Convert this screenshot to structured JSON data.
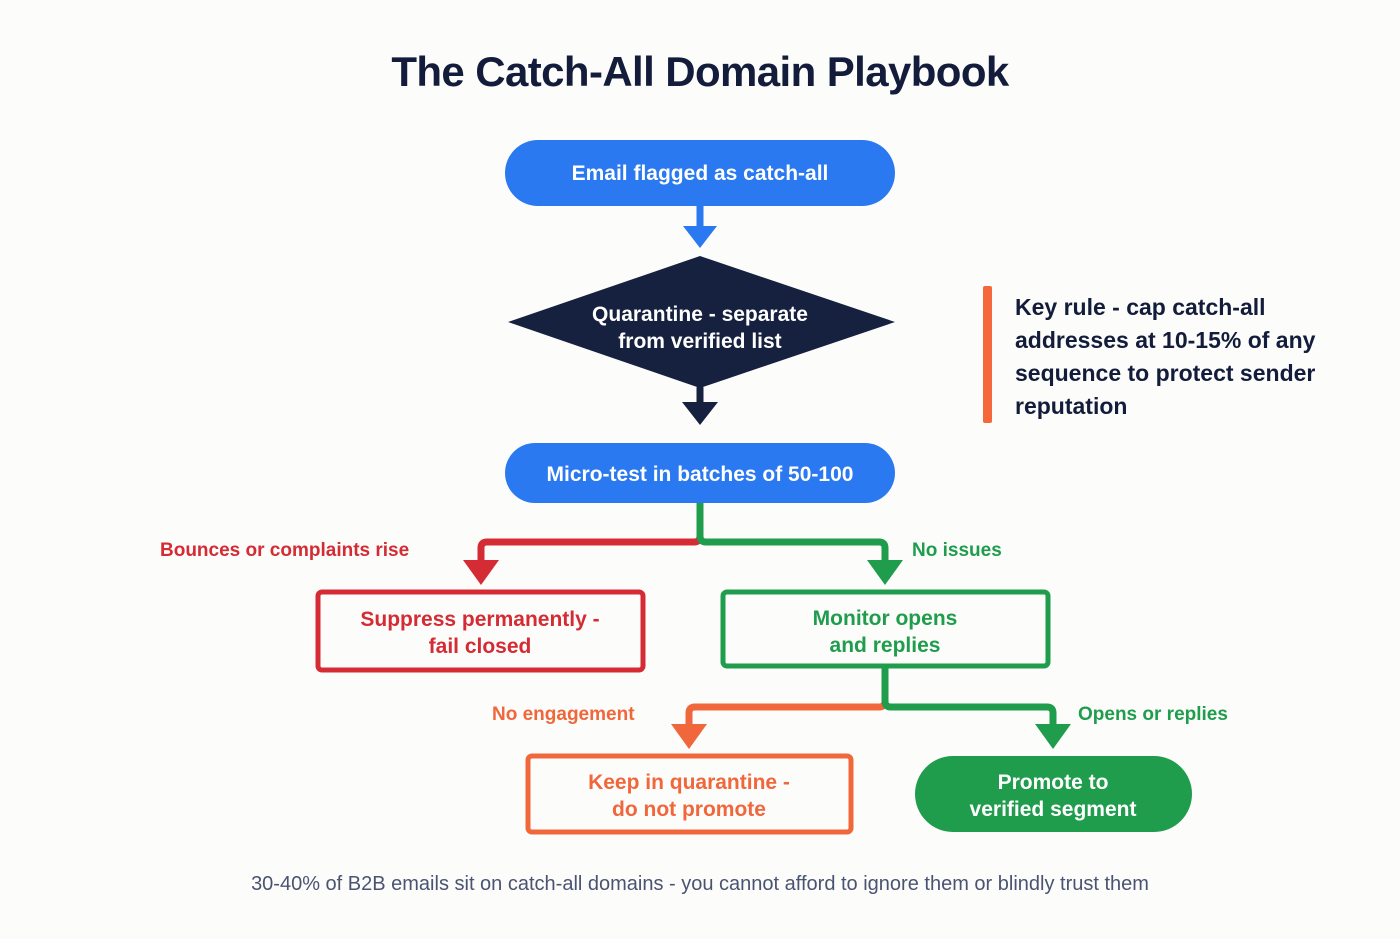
{
  "page": {
    "title": "The Catch-All Domain Playbook",
    "footer": "30-40% of B2B emails sit on catch-all domains - you cannot afford to ignore them or blindly trust them",
    "background_color": "#fcfcfa"
  },
  "colors": {
    "title": "#131d3b",
    "blue": "#2a79f0",
    "navy": "#16213f",
    "red": "#d42b35",
    "green": "#1f9d4d",
    "orange": "#f0673c",
    "footer_text": "#4a5472"
  },
  "callout": {
    "name": "key-rule",
    "accent_color": "#f4683c",
    "text": "Key rule - cap catch-all addresses at 10-15% of any sequence to protect sender reputation"
  },
  "flow": {
    "nodes": [
      {
        "id": "start",
        "shape": "pill",
        "style": "filled",
        "color": "#2a79f0",
        "text_color": "#ffffff",
        "lines": [
          "Email flagged as catch-all"
        ]
      },
      {
        "id": "quarantine",
        "shape": "diamond",
        "style": "filled",
        "color": "#16213f",
        "text_color": "#ffffff",
        "lines": [
          "Quarantine - separate",
          "from verified list"
        ]
      },
      {
        "id": "microtest",
        "shape": "pill",
        "style": "filled",
        "color": "#2a79f0",
        "text_color": "#ffffff",
        "lines": [
          "Micro-test in batches of 50-100"
        ]
      },
      {
        "id": "suppress",
        "shape": "rect",
        "style": "outline",
        "color": "#d42b35",
        "text_color": "#d42b35",
        "lines": [
          "Suppress permanently -",
          "fail closed"
        ]
      },
      {
        "id": "monitor",
        "shape": "rect",
        "style": "outline",
        "color": "#1f9d4d",
        "text_color": "#1f9d4d",
        "lines": [
          "Monitor opens",
          "and replies"
        ]
      },
      {
        "id": "keep",
        "shape": "rect",
        "style": "outline",
        "color": "#f0673c",
        "text_color": "#f0673c",
        "lines": [
          "Keep in quarantine -",
          "do not promote"
        ]
      },
      {
        "id": "promote",
        "shape": "pill",
        "style": "filled",
        "color": "#1f9d4d",
        "text_color": "#ffffff",
        "lines": [
          "Promote to",
          "verified segment"
        ]
      }
    ],
    "edges": [
      {
        "id": "e1",
        "from": "start",
        "to": "quarantine",
        "label": "",
        "color": "#2a79f0"
      },
      {
        "id": "e2",
        "from": "quarantine",
        "to": "microtest",
        "label": "",
        "color": "#16213f"
      },
      {
        "id": "e3",
        "from": "microtest",
        "to": "suppress",
        "label": "Bounces or complaints rise",
        "color": "#d42b35"
      },
      {
        "id": "e4",
        "from": "microtest",
        "to": "monitor",
        "label": "No issues",
        "color": "#1f9d4d"
      },
      {
        "id": "e5",
        "from": "monitor",
        "to": "keep",
        "label": "No engagement",
        "color": "#f0673c"
      },
      {
        "id": "e6",
        "from": "monitor",
        "to": "promote",
        "label": "Opens or replies",
        "color": "#1f9d4d"
      }
    ]
  }
}
